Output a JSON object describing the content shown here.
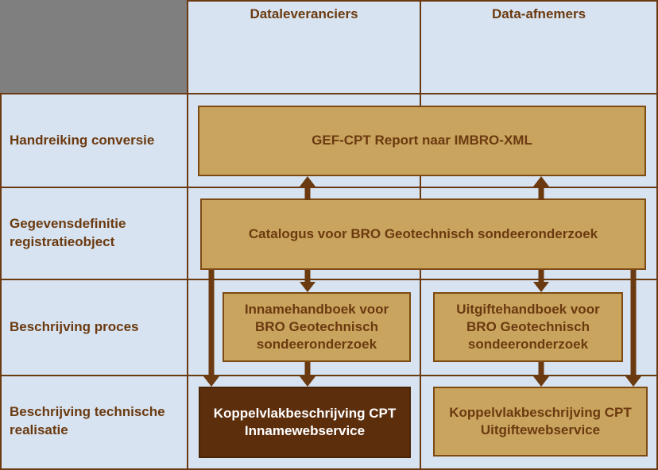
{
  "diagram": {
    "description": "BRO CPT documentation overview matrix",
    "colors": {
      "background": "#D7E3F0",
      "grid_line": "#6B3A10",
      "corner_cell_gray": "#7F7F7F",
      "box_fill_tan": "#C9A45E",
      "box_border_brown": "#7C4A12",
      "text_brown": "#6B3A10",
      "dark_box_fill": "#5C2E0C",
      "dark_box_text": "#FFFFFF",
      "arrow_brown": "#6B3A10"
    },
    "columns": [
      {
        "label": "Dataleveranciers"
      },
      {
        "label": "Data-afnemers"
      }
    ],
    "rows": [
      {
        "label": "Handreiking conversie"
      },
      {
        "label": "Gegevensdefinitie registratieobject"
      },
      {
        "label": "Beschrijving proces"
      },
      {
        "label": "Beschrijving technische realisatie"
      }
    ],
    "boxes": {
      "gef_cpt": {
        "label": "GEF-CPT Report naar IMBRO-XML",
        "style": "tan"
      },
      "catalogus": {
        "label": "Catalogus voor BRO Geotechnisch sondeeronderzoek",
        "style": "tan"
      },
      "innamehandboek": {
        "label": "Innamehandboek voor BRO Geotechnisch sondeeronderzoek",
        "style": "tan"
      },
      "uitgiftehandboek": {
        "label": "Uitgiftehandboek voor BRO Geotechnisch sondeeronderzoek",
        "style": "tan"
      },
      "koppelvlak_inname": {
        "label": "Koppelvlakbeschrijving CPT Innamewebservice",
        "style": "dark-brown"
      },
      "koppelvlak_uitgifte": {
        "label": "Koppelvlakbeschrijving CPT Uitgiftewebservice",
        "style": "tan"
      }
    },
    "arrows": [
      {
        "from": "catalogus",
        "to": "gef_cpt",
        "direction": "up",
        "column": "dataleveranciers"
      },
      {
        "from": "catalogus",
        "to": "gef_cpt",
        "direction": "up",
        "column": "data-afnemers"
      },
      {
        "from": "catalogus",
        "to": "innamehandboek",
        "direction": "down",
        "column": "dataleveranciers"
      },
      {
        "from": "catalogus",
        "to": "uitgiftehandboek",
        "direction": "down",
        "column": "data-afnemers"
      },
      {
        "from": "innamehandboek",
        "to": "koppelvlak_inname",
        "direction": "down",
        "column": "dataleveranciers"
      },
      {
        "from": "uitgiftehandboek",
        "to": "koppelvlak_uitgifte",
        "direction": "down",
        "column": "data-afnemers"
      },
      {
        "from": "catalogus",
        "to": "koppelvlak_inname",
        "direction": "down",
        "column": "dataleveranciers-outer"
      },
      {
        "from": "catalogus",
        "to": "koppelvlak_uitgifte",
        "direction": "down",
        "column": "data-afnemers-outer"
      }
    ]
  }
}
